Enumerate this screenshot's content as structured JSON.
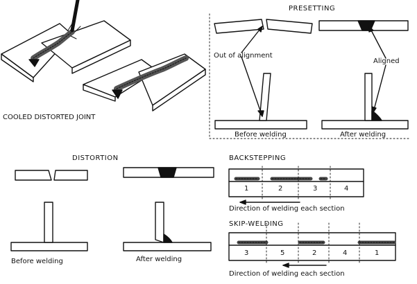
{
  "colors": {
    "ink": "#111111",
    "paper": "#ffffff"
  },
  "cooled": {
    "caption": "COOLED DISTORTED JOINT"
  },
  "presetting": {
    "title": "PRESETTING",
    "out_of_alignment": "Out of alignment",
    "aligned": "Aligned",
    "before": "Before welding",
    "after": "After welding"
  },
  "distortion": {
    "title": "DISTORTION",
    "before": "Before welding",
    "after": "After welding"
  },
  "backstepping": {
    "title": "BACKSTEPPING",
    "sections": [
      "1",
      "2",
      "3",
      "4"
    ],
    "direction": "Direction of welding each section"
  },
  "skip": {
    "title": "SKIP-WELDING",
    "sections": [
      "3",
      "5",
      "2",
      "4",
      "1"
    ],
    "direction": "Direction of welding each section"
  }
}
